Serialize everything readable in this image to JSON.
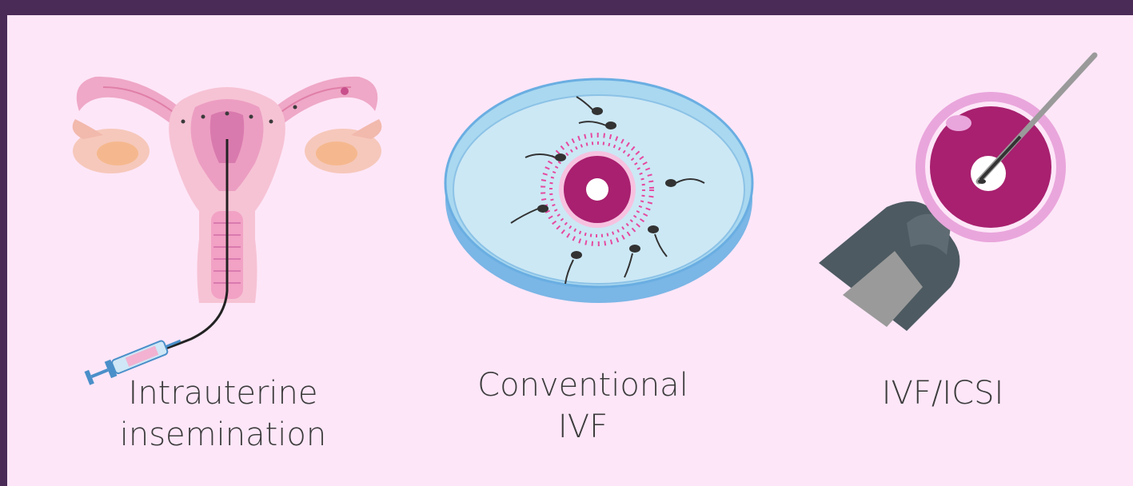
{
  "colors": {
    "background": "#fde6f8",
    "border": "#4a2a57",
    "egg": "#a8206f",
    "text": "#3c3c3c",
    "dish": "#a9d8f0",
    "tool_dark": "#4d5a61",
    "tool_light": "#9a9a9a"
  },
  "panels": [
    {
      "icon": "uterus-with-catheter-icon",
      "caption_lines": [
        "Intrauterine",
        "insemination"
      ]
    },
    {
      "icon": "petri-dish-with-egg-and-sperm-icon",
      "caption_lines": [
        "Conventional",
        "IVF"
      ]
    },
    {
      "icon": "egg-with-injection-needle-icon",
      "caption_lines": [
        "IVF/ICSI"
      ]
    }
  ]
}
